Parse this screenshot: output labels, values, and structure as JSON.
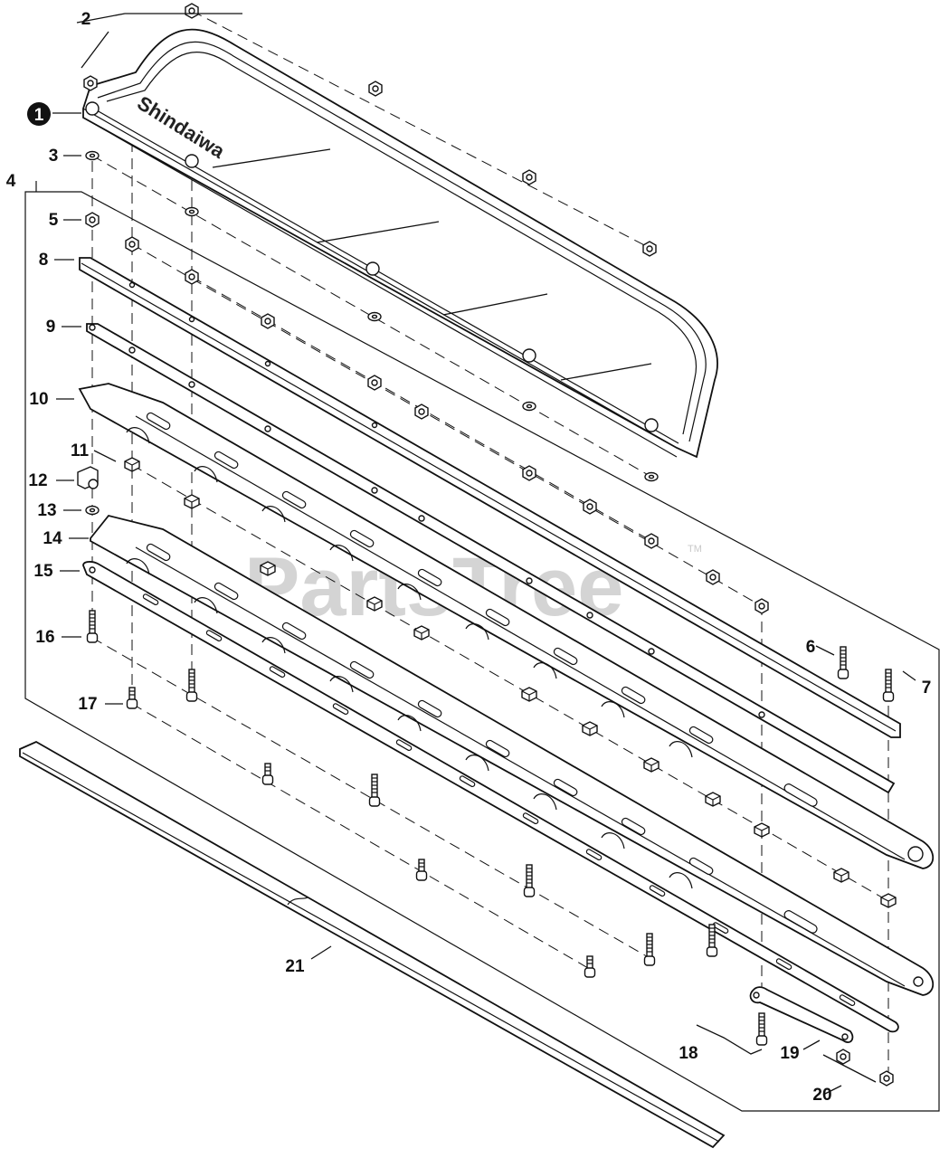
{
  "watermark": {
    "text": "PartsTree",
    "trademark": "TM"
  },
  "brand_on_guard": "Shindaiwa",
  "callouts": [
    {
      "key": "c1",
      "label": "1",
      "style": "circled"
    },
    {
      "key": "c2",
      "label": "2"
    },
    {
      "key": "c3",
      "label": "3"
    },
    {
      "key": "c4",
      "label": "4"
    },
    {
      "key": "c5",
      "label": "5"
    },
    {
      "key": "c6",
      "label": "6"
    },
    {
      "key": "c7",
      "label": "7"
    },
    {
      "key": "c8",
      "label": "8"
    },
    {
      "key": "c9",
      "label": "9"
    },
    {
      "key": "c10",
      "label": "10"
    },
    {
      "key": "c11",
      "label": "11"
    },
    {
      "key": "c12",
      "label": "12"
    },
    {
      "key": "c13",
      "label": "13"
    },
    {
      "key": "c14",
      "label": "14"
    },
    {
      "key": "c15",
      "label": "15"
    },
    {
      "key": "c16",
      "label": "16"
    },
    {
      "key": "c17",
      "label": "17"
    },
    {
      "key": "c18",
      "label": "18"
    },
    {
      "key": "c19",
      "label": "19"
    },
    {
      "key": "c20",
      "label": "20"
    },
    {
      "key": "c21",
      "label": "21"
    }
  ]
}
